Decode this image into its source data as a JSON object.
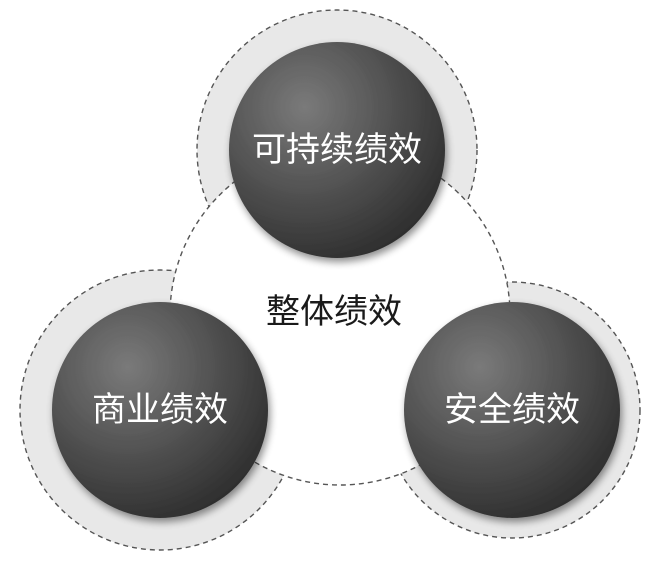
{
  "center": {
    "label": "整体绩效"
  },
  "nodes": [
    {
      "id": "sustainable",
      "label": "可持续绩效"
    },
    {
      "id": "business",
      "label": "商业绩效"
    },
    {
      "id": "safety",
      "label": "安全绩效"
    }
  ],
  "colors": {
    "halo": "#e8e8e8",
    "ring_stroke": "#555555",
    "core_light": "#7a7a7a",
    "core_dark": "#2e2e2e",
    "text_light": "#ffffff",
    "text_dark": "#1a1a1a"
  }
}
